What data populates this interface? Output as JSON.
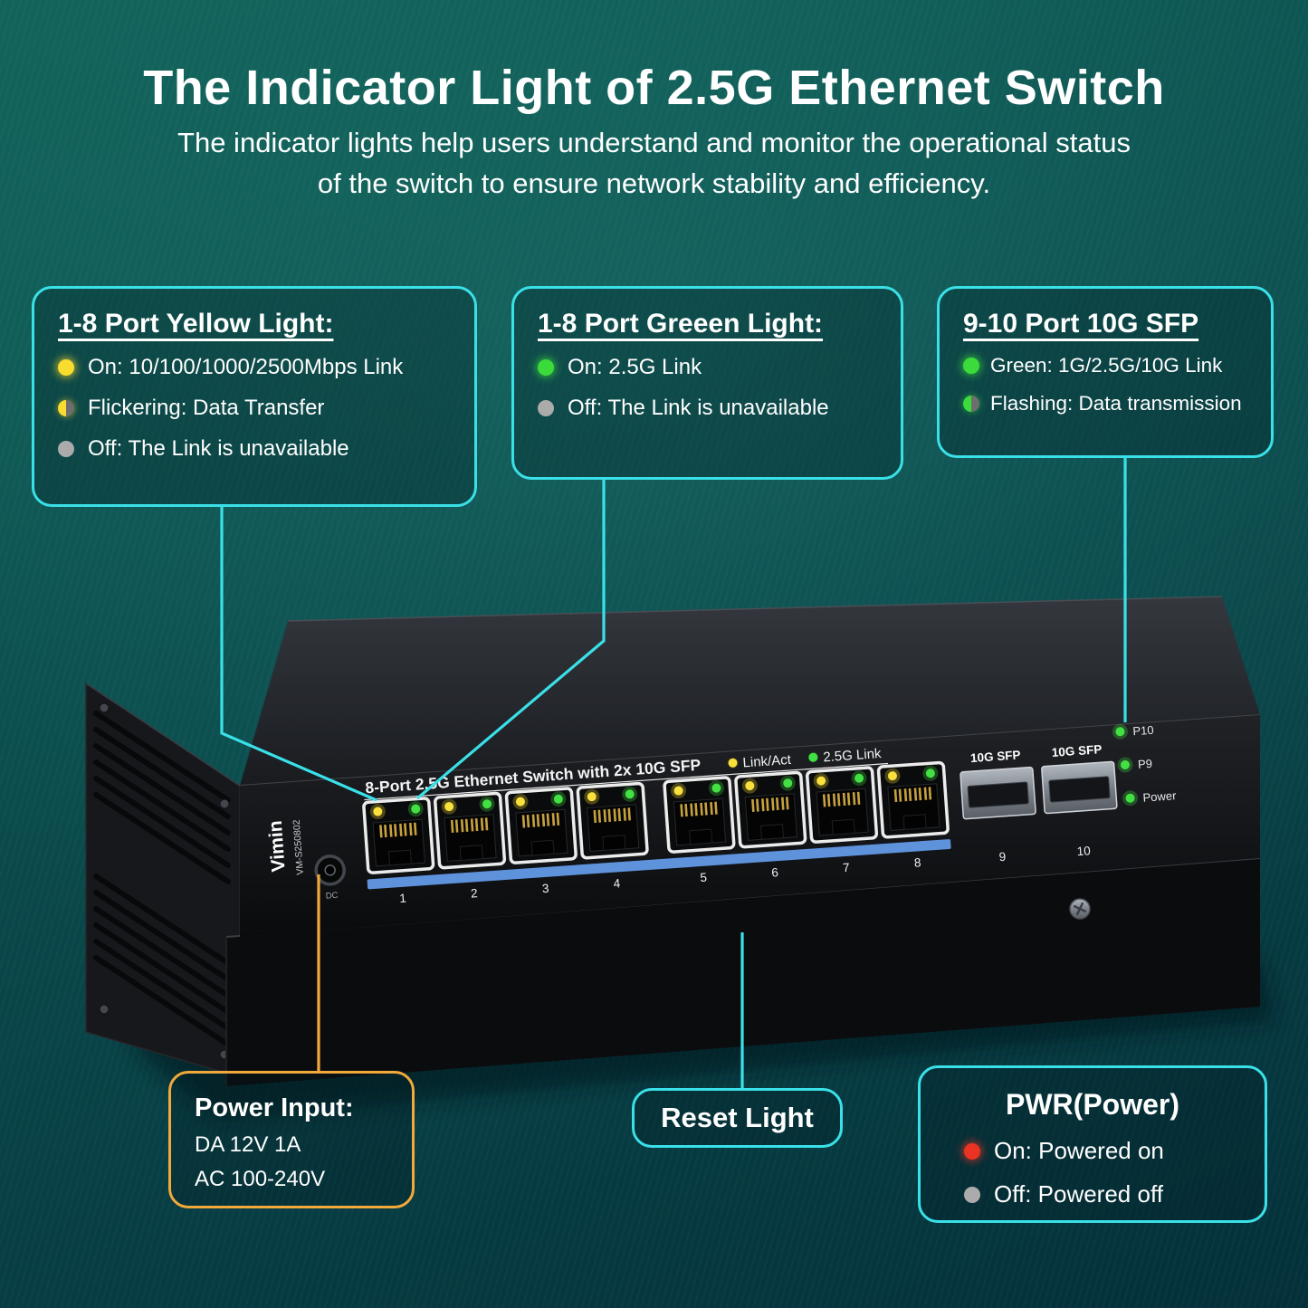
{
  "page": {
    "title": "The Indicator Light of 2.5G Ethernet Switch",
    "subtitle": [
      "The indicator lights help users understand and monitor the operational status",
      "of the switch to ensure network stability and efficiency."
    ]
  },
  "callouts": {
    "yellow_light": {
      "title": "1-8 Port Yellow Light:",
      "items": [
        {
          "led": "yellow-on",
          "text": "On: 10/100/1000/2500Mbps Link"
        },
        {
          "led": "yellow-half",
          "text": "Flickering: Data Transfer"
        },
        {
          "led": "gray-off",
          "text": "Off: The Link is unavailable"
        }
      ]
    },
    "green_light": {
      "title": "1-8 Port Greeen Light:",
      "items": [
        {
          "led": "green-on",
          "text": "On: 2.5G Link"
        },
        {
          "led": "gray-off",
          "text": "Off: The Link is unavailable"
        }
      ]
    },
    "sfp": {
      "title": "9-10 Port 10G SFP",
      "items": [
        {
          "led": "green-on",
          "text": "Green: 1G/2.5G/10G Link"
        },
        {
          "led": "green-half",
          "text": "Flashing: Data transmission"
        }
      ]
    },
    "power_input": {
      "title": "Power Input:",
      "line1": "DA 12V 1A",
      "line2": "AC 100-240V"
    },
    "reset": {
      "title": "Reset Light"
    },
    "pwr": {
      "title": "PWR(Power)",
      "items": [
        {
          "led": "red-on",
          "text": "On: Powered on"
        },
        {
          "led": "gray-off",
          "text": "Off: Powered off"
        }
      ]
    }
  },
  "device": {
    "brand": "Vimin",
    "model": "VM-S250802",
    "dc_label": "DC",
    "panel_title": "8-Port 2.5G Ethernet Switch with 2x 10G SFP",
    "legend_linkact": "Link/Act",
    "legend_25g": "2.5G Link",
    "port_numbers": [
      "1",
      "2",
      "3",
      "4",
      "5",
      "6",
      "7",
      "8"
    ],
    "sfp_label": "10G SFP",
    "sfp_numbers": [
      "9",
      "10"
    ],
    "led_labels": [
      "P10",
      "P9",
      "Power"
    ]
  },
  "colors": {
    "accent_cyan": "#3ae0e8",
    "accent_orange": "#f2a93b",
    "led_yellow": "#f8dc2e",
    "led_green": "#3bdb3b",
    "led_red": "#ea3323",
    "led_gray": "#ababab",
    "port_strip_blue": "#5e93dc"
  }
}
